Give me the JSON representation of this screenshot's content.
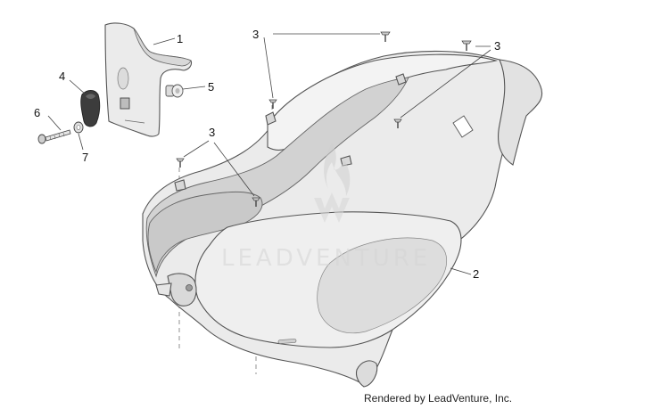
{
  "callouts": {
    "c1": "1",
    "c2": "2",
    "c3_top": "3",
    "c3_right": "3",
    "c3_mid": "3",
    "c4": "4",
    "c5": "5",
    "c6": "6",
    "c7": "7"
  },
  "watermark": "LEADVENTURE",
  "credit": "Rendered by LeadVenture, Inc.",
  "colors": {
    "part_fill": "#ebebeb",
    "part_shadow": "#d4d4d4",
    "inner_dark": "#d0d0d0",
    "outline": "#555555"
  }
}
